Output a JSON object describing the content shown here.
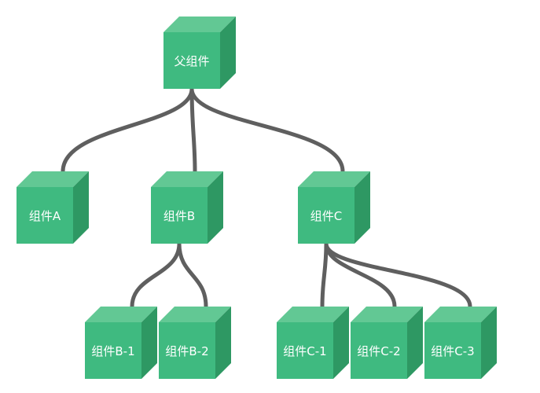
{
  "colors": {
    "front": "#3fba80",
    "top": "#62c894",
    "side": "#2e9863",
    "connector": "#5f5f5f",
    "label": "#ffffff"
  },
  "nodes": [
    {
      "id": "parent",
      "label": "父组件"
    },
    {
      "id": "a",
      "label": "组件A"
    },
    {
      "id": "b",
      "label": "组件B"
    },
    {
      "id": "c",
      "label": "组件C"
    },
    {
      "id": "b1",
      "label": "组件B-1"
    },
    {
      "id": "b2",
      "label": "组件B-2"
    },
    {
      "id": "c1",
      "label": "组件C-1"
    },
    {
      "id": "c2",
      "label": "组件C-2"
    },
    {
      "id": "c3",
      "label": "组件C-3"
    }
  ],
  "edges": [
    {
      "from": "parent",
      "to": "a"
    },
    {
      "from": "parent",
      "to": "b"
    },
    {
      "from": "parent",
      "to": "c"
    },
    {
      "from": "b",
      "to": "b1"
    },
    {
      "from": "b",
      "to": "b2"
    },
    {
      "from": "c",
      "to": "c1"
    },
    {
      "from": "c",
      "to": "c2"
    },
    {
      "from": "c",
      "to": "c3"
    }
  ]
}
